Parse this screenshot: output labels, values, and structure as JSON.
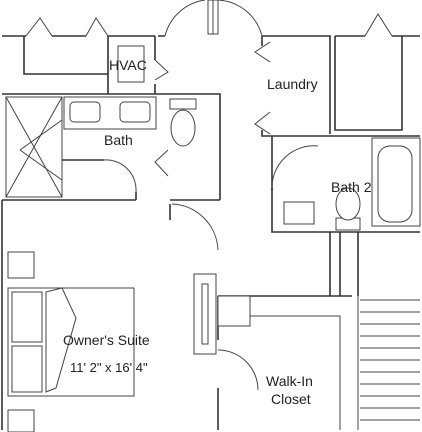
{
  "rooms": {
    "hvac": "HVAC",
    "laundry": "Laundry",
    "bath": "Bath",
    "bath2": "Bath 2",
    "owners_suite": "Owner's Suite",
    "owners_suite_dims": "11' 2\" x 16' 4\"",
    "walk_in_closet_line1": "Walk-In",
    "walk_in_closet_line2": "Closet"
  },
  "colors": {
    "wall": "#333333",
    "line": "#444444",
    "text": "#222222",
    "background": "#ffffff"
  }
}
